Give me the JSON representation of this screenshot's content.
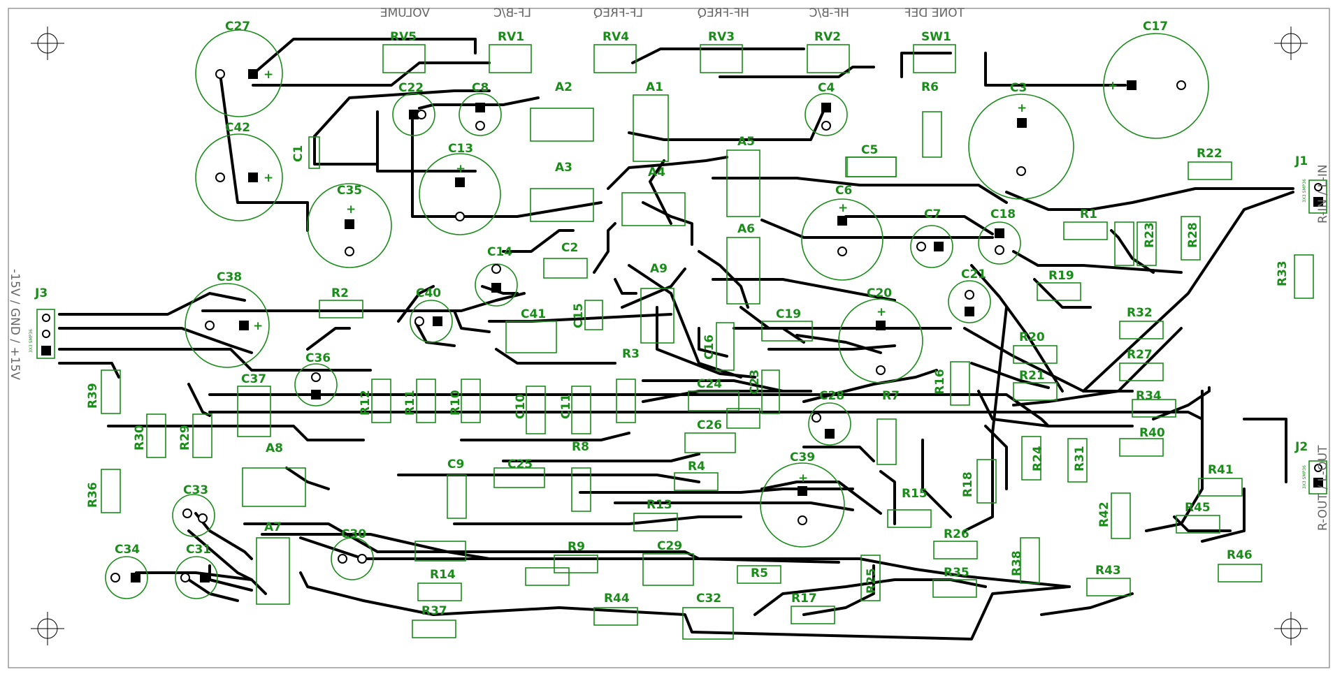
{
  "colors": {
    "trace": "#000000",
    "silkscreen": "#1a8c1a",
    "mirrored_text": "#666666",
    "board_edge": "#999999",
    "background": "#ffffff"
  },
  "top_labels": {
    "volume": "VOLUME",
    "lf_bc": "LF-B/C",
    "lf_freq": "LF-FREQ",
    "hf_freq": "HF-FREQ",
    "hf_bc": "HF-B/C",
    "tone_def": "TONE DEF"
  },
  "side_labels": {
    "power": "-15V / GND / +15V",
    "input": "R-IN / L-IN",
    "output": "R-OUT / L-OUT"
  },
  "components": {
    "C27": "C27",
    "C42": "C42",
    "C1": "C1",
    "C35": "C35",
    "C22": "C22",
    "C8": "C8",
    "C13": "C13",
    "C17": "C17",
    "C4": "C4",
    "C3": "C3",
    "C5": "C5",
    "C6": "C6",
    "C7": "C7",
    "C18": "C18",
    "C14": "C14",
    "C2": "C2",
    "C38": "C38",
    "C40": "C40",
    "C41": "C41",
    "C15": "C15",
    "C16": "C16",
    "C19": "C19",
    "C20": "C20",
    "C21": "C21",
    "C36": "C36",
    "C37": "C37",
    "C10": "C10",
    "C11": "C11",
    "C24": "C24",
    "C23": "C23",
    "C28": "C28",
    "C26": "C26",
    "C9": "C9",
    "C25": "C25",
    "C33": "C33",
    "C39": "C39",
    "C30": "C30",
    "C34": "C34",
    "C31": "C31",
    "C29": "C29",
    "C32": "C32",
    "RV5": "RV5",
    "RV1": "RV1",
    "RV4": "RV4",
    "RV3": "RV3",
    "RV2": "RV2",
    "SW1": "SW1",
    "A1": "A1",
    "A2": "A2",
    "A3": "A3",
    "A4": "A4",
    "A5": "A5",
    "A6": "A6",
    "A7": "A7",
    "A8": "A8",
    "A9": "A9",
    "J1": "J1",
    "J2": "J2",
    "J3": "J3",
    "R1": "R1",
    "R2": "R2",
    "R3": "R3",
    "R4": "R4",
    "R6": "R6",
    "R7": "R7",
    "R8": "R8",
    "R9": "R9",
    "R10": "R10",
    "R11": "R11",
    "R12": "R12",
    "R13": "R13",
    "R14": "R14",
    "R15": "R15",
    "R16": "R16",
    "R17": "R17",
    "R18": "R18",
    "R19": "R19",
    "R20": "R20",
    "R21": "R21",
    "R22": "R22",
    "R23": "R23",
    "R24": "R24",
    "R25": "R25",
    "R26": "R26",
    "R27": "R27",
    "R28": "R28",
    "R29": "R29",
    "R30": "R30",
    "R31": "R31",
    "R32": "R32",
    "R33": "R33",
    "R34": "R34",
    "R35": "R35",
    "R36": "R36",
    "R37": "R37",
    "R38": "R38",
    "R39": "R39",
    "R40": "R40",
    "R41": "R41",
    "R42": "R42",
    "R43": "R43",
    "R44": "R44",
    "R45": "R45",
    "R46": "R46",
    "R5": "R5"
  },
  "polarity_mark": "+",
  "connector_note": "3X3 SMP36"
}
